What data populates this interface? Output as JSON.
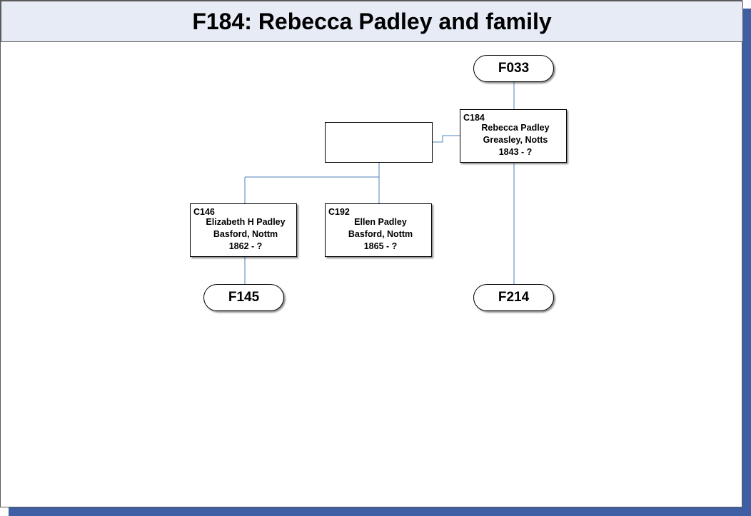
{
  "title": "F184: Rebecca Padley and family",
  "families": {
    "parent": "F033",
    "child_c146": "F145",
    "child_c184": "F214"
  },
  "persons": [
    {
      "id": "C184",
      "name": "Rebecca Padley",
      "place": "Greasley, Notts",
      "dates": "1843 - ?"
    },
    {
      "id": "C146",
      "name": "Elizabeth H Padley",
      "place": "Basford, Nottm",
      "dates": "1862 - ?"
    },
    {
      "id": "C192",
      "name": "Ellen Padley",
      "place": "Basford, Nottm",
      "dates": "1865 - ?"
    }
  ],
  "colors": {
    "connector": "#4f81bd",
    "title_bg": "#e6ebf5",
    "shadow": "#3f5fa5"
  }
}
